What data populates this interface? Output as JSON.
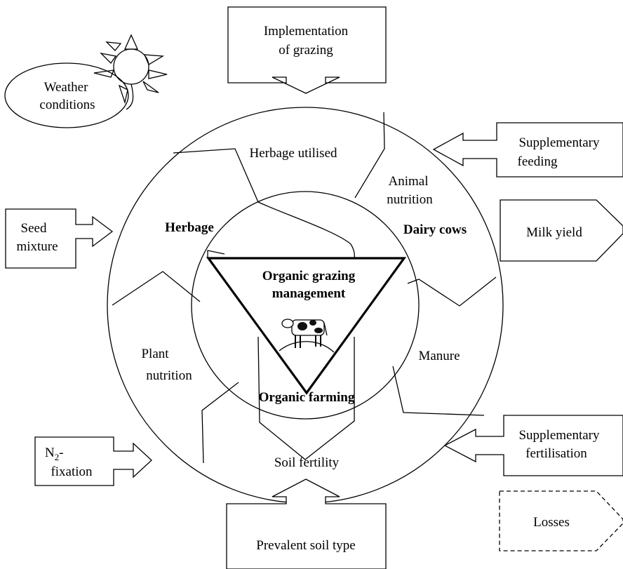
{
  "diagram": {
    "center_title_line1": "Organic grazing",
    "center_title_line2": "management",
    "ring_label": "Organic farming",
    "sectors": {
      "herbage": "Herbage",
      "dairy_cows": "Dairy cows",
      "herbage_utilised": "Herbage utilised",
      "animal_nutrition_line1": "Animal",
      "animal_nutrition_line2": "nutrition",
      "manure": "Manure",
      "soil_fertility": "Soil fertility",
      "plant_nutrition_line1": "Plant",
      "plant_nutrition_line2": "nutrition"
    },
    "inputs": {
      "weather_line1": "Weather",
      "weather_line2": "conditions",
      "grazing_line1": "Implementation",
      "grazing_line2": "of grazing",
      "supp_feeding_line1": "Supplementary",
      "supp_feeding_line2": "feeding",
      "seed_line1": "Seed",
      "seed_line2": "mixture",
      "n2_prefix": "N",
      "n2_subscript": "2",
      "n2_suffix": "-",
      "n2_line2": "fixation",
      "supp_fert_line1": "Supplementary",
      "supp_fert_line2": "fertilisation",
      "soil_type": "Prevalent soil type"
    },
    "outputs": {
      "milk_yield": "Milk yield",
      "losses": "Losses"
    }
  }
}
